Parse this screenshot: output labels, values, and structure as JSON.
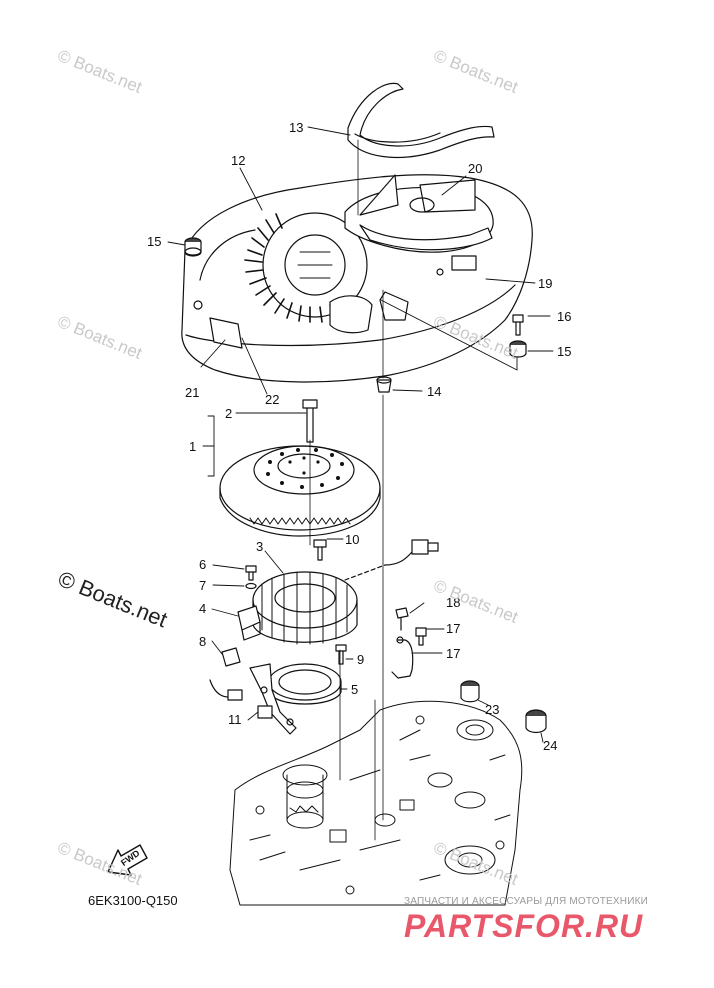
{
  "callouts": [
    "1",
    "2",
    "3",
    "4",
    "5",
    "6",
    "7",
    "8",
    "9",
    "10",
    "11",
    "12",
    "13",
    "14",
    "15",
    "15",
    "16",
    "17",
    "17",
    "18",
    "19",
    "20",
    "21",
    "22",
    "23",
    "24"
  ],
  "watermark": "© Boats.net",
  "fwd_label": "FWD",
  "diagram_code": "6EK3100-Q150",
  "footer": {
    "tagline": "ЗАПЧАСТИ И АКСЕССУАРЫ ДЛЯ МОТОТЕХНИКИ",
    "brand": "PARTSFOR.RU"
  }
}
